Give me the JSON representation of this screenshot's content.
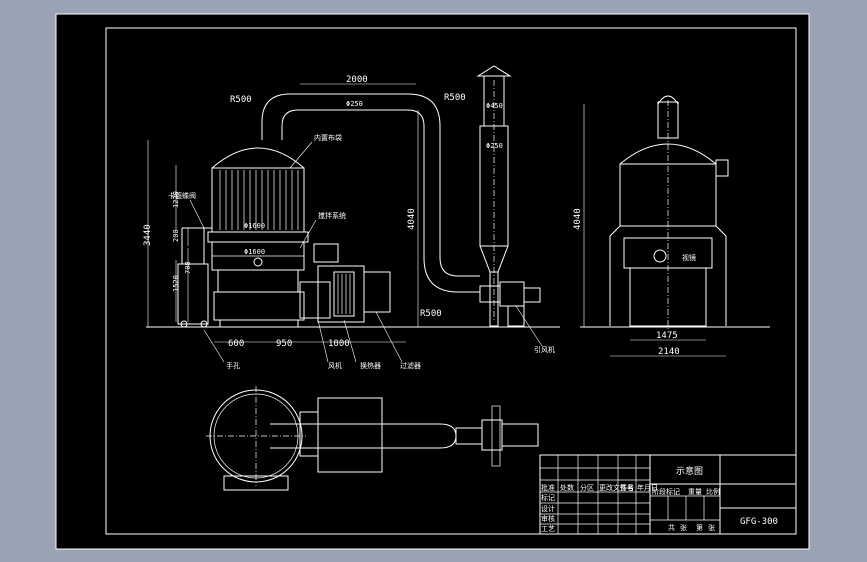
{
  "drawing": {
    "background": "#9aa3b4",
    "sheet_color": "#000000",
    "line_color": "#ffffff",
    "dimensions": {
      "top_span": "2000",
      "duct_dia": "Φ250",
      "bend_left": "R500",
      "bend_right": "R500",
      "bend_low": "R500",
      "height_total": "3440",
      "height_upper": "1220",
      "height_mid": "200",
      "height_low": "1520",
      "height_base": "708",
      "duct_height": "4040",
      "chimney_dia_top": "Φ450",
      "chimney_dia": "Φ250",
      "vessel_dia_a": "Φ1600",
      "vessel_dia_b": "Φ1600",
      "base_600": "600",
      "base_950": "950",
      "base_1000": "1000",
      "right_height": "4040",
      "right_inner": "1475",
      "right_outer": "2140"
    },
    "callouts": {
      "filter_bag": "内置布袋",
      "water_film": "卡箍蝶阀",
      "rotor": "搅拌系统",
      "manhole": "手孔",
      "fan": "风机",
      "heater": "换热器",
      "filter": "过滤器",
      "cyclone_fan": "引风机",
      "sight": "视镜"
    },
    "title_block": {
      "name": "示意图",
      "drawing_no": "GFG-300",
      "row_labels": [
        "标记",
        "设计",
        "审核",
        "工艺",
        "批准"
      ],
      "header_cells": [
        "处数",
        "分区",
        "更改文件号",
        "签名",
        "年月日"
      ],
      "stage_cells": [
        "阶段标记",
        "重量",
        "比例"
      ],
      "sheet_cells": [
        "共",
        "张",
        "第",
        "张"
      ]
    }
  }
}
